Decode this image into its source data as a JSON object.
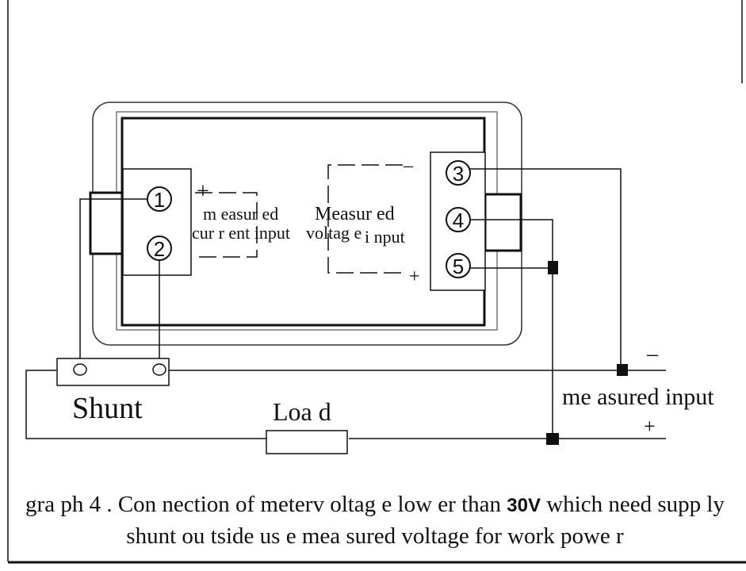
{
  "terminals": {
    "t1": "1",
    "t2": "2",
    "t3": "3",
    "t4": "4",
    "t5": "5"
  },
  "labels": {
    "current_plus": "+",
    "current_line1": "m easur ed",
    "current_line2": "cur r ent input",
    "voltage_minus": "–",
    "voltage_line1": "Measur ed",
    "voltage_line2a": "voltag e",
    "voltage_line2b": "i nput",
    "voltage_plus": "+",
    "shunt": "Shunt",
    "load": "Loa d",
    "measured_minus": "–",
    "measured_input": "me asured input",
    "measured_plus": "+"
  },
  "caption": {
    "line1_prefix": "gra ph 4 . Con nection of meterv oltag e low er than ",
    "line1_voltage": "30V",
    "line1_suffix": " which need supp ly",
    "line2": "shunt ou tside us e mea sured voltage for work powe r"
  }
}
